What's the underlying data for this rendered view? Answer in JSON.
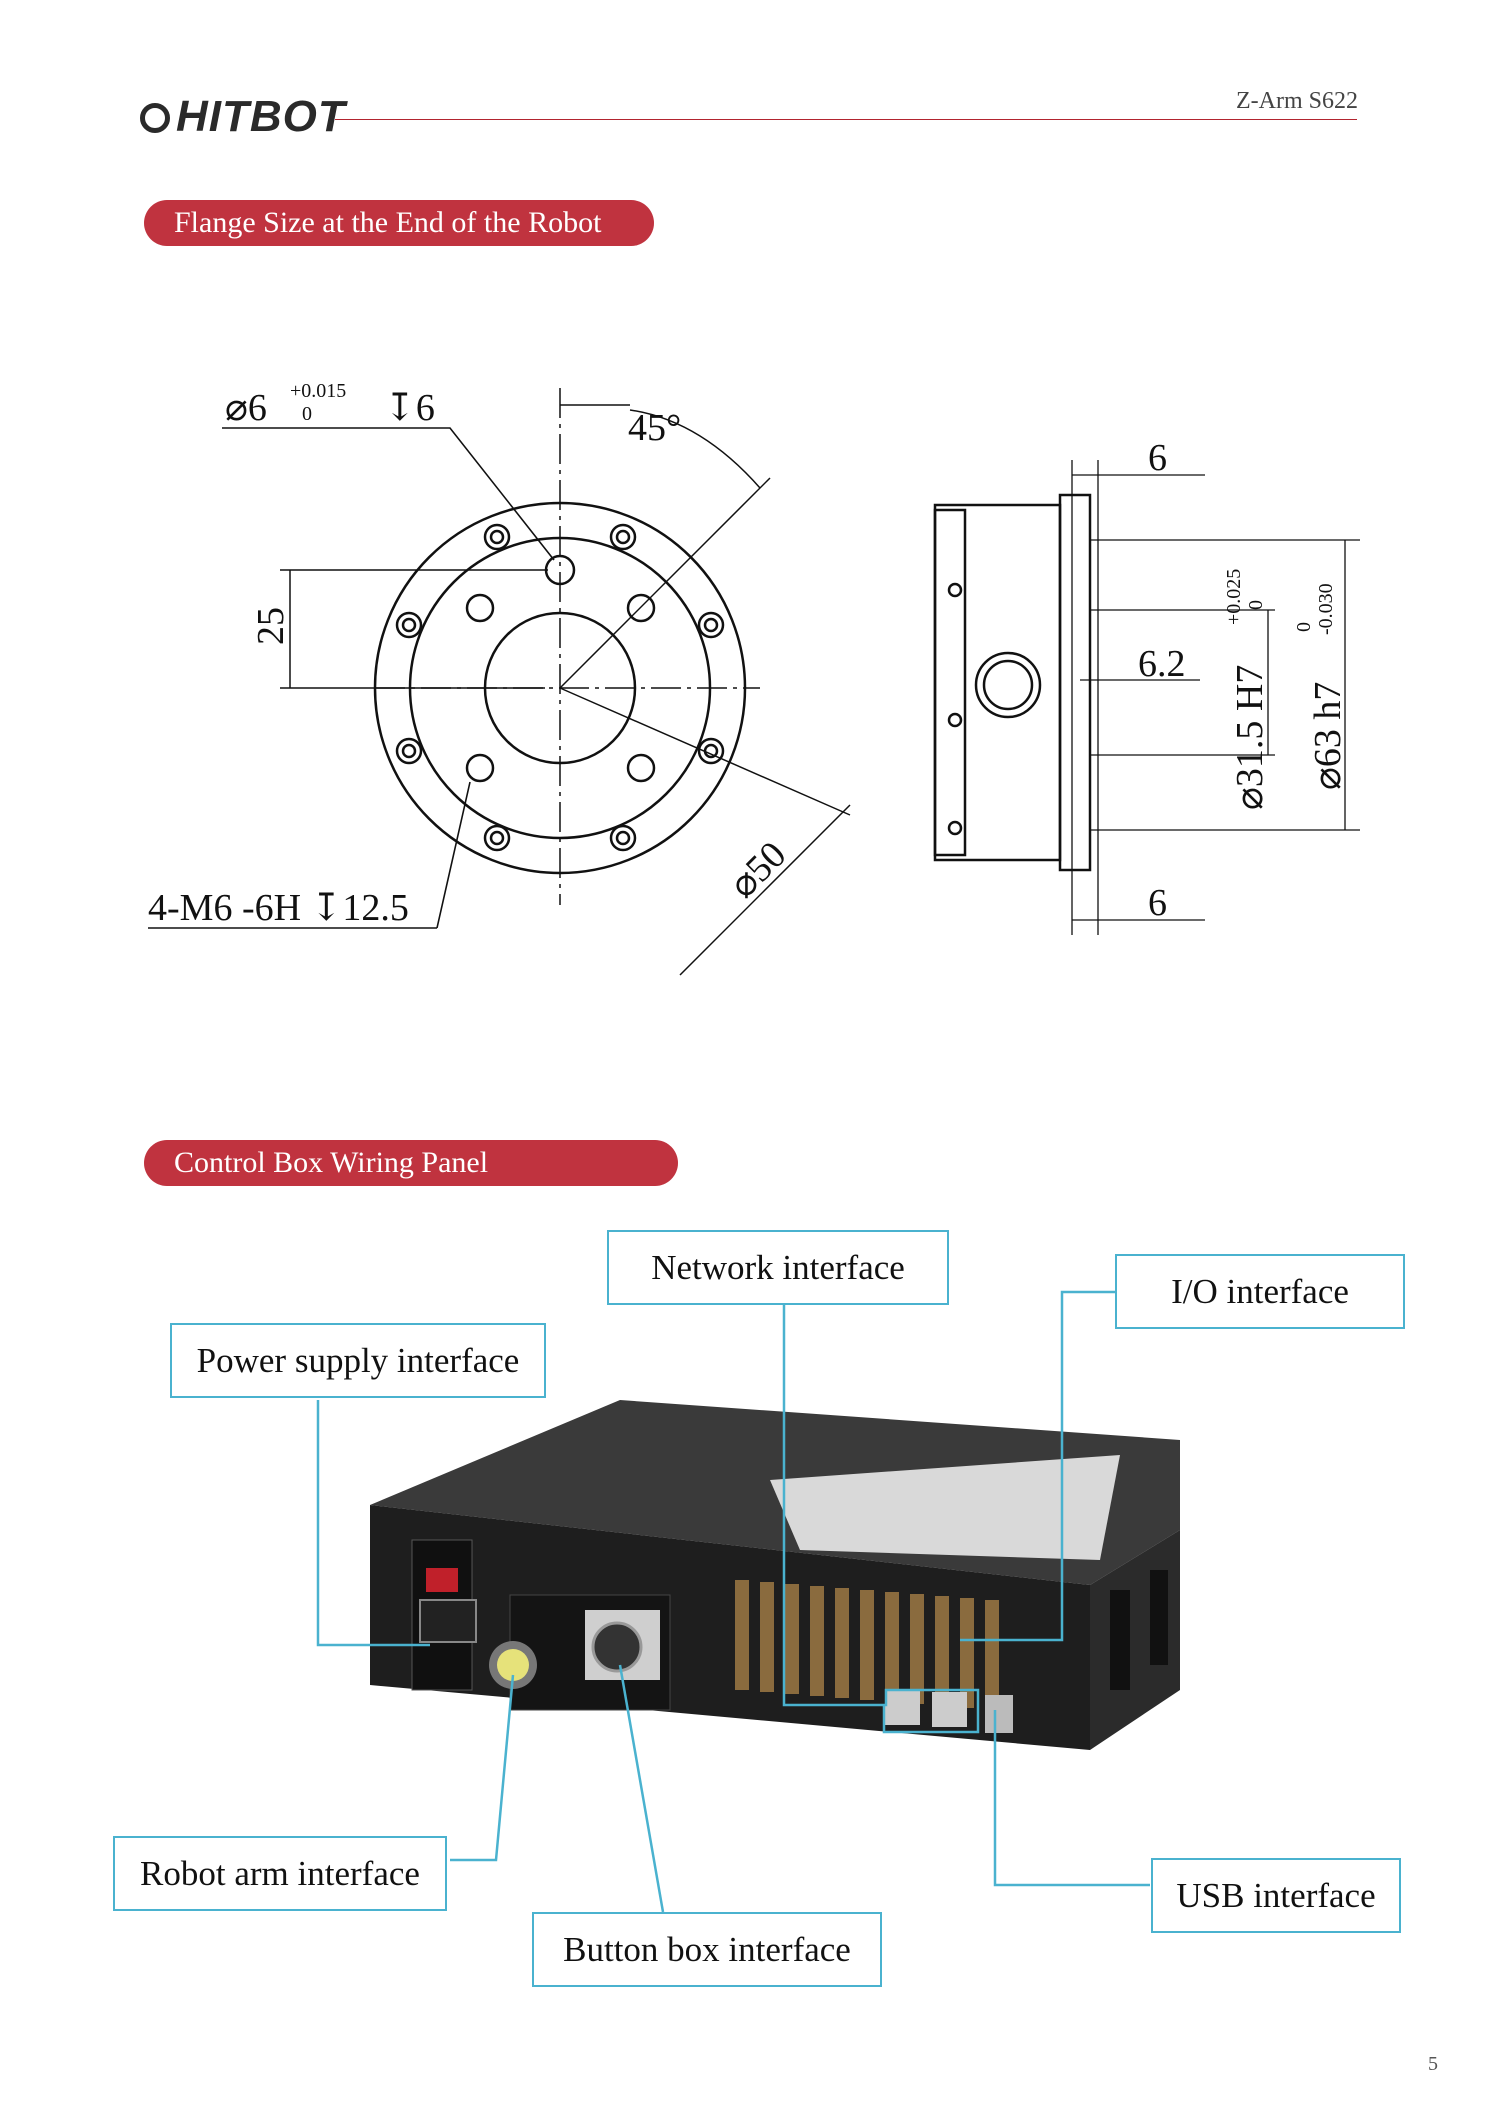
{
  "header": {
    "logo_text": "HITBOT",
    "model": "Z-Arm S622"
  },
  "sections": {
    "flange_title": "Flange Size at the End of the Robot",
    "wiring_title": "Control Box Wiring Panel"
  },
  "flange_drawing": {
    "hole_dia": "6",
    "hole_tol_upper": "+0.015",
    "hole_tol_lower": "0",
    "hole_depth": "6",
    "angle": "45°",
    "offset": "25",
    "thread_spec": "4-M6 -6H",
    "thread_depth": "12.5",
    "bolt_circle": "50",
    "side_top": "6",
    "side_bottom": "6",
    "side_mid": "6.2",
    "bore": "31.5 H7",
    "bore_tol_upper": "+0.025",
    "bore_tol_lower": "0",
    "outer": "63 h7",
    "outer_tol_upper": "0",
    "outer_tol_lower": "-0.030"
  },
  "callouts": {
    "network": "Network interface",
    "io": "I/O interface",
    "power": "Power supply interface",
    "robot_arm": "Robot arm interface",
    "button_box": "Button box interface",
    "usb": "USB interface"
  },
  "page_number": "5",
  "colors": {
    "accent_red": "#c0333f",
    "callout_blue": "#4ab2cf"
  }
}
